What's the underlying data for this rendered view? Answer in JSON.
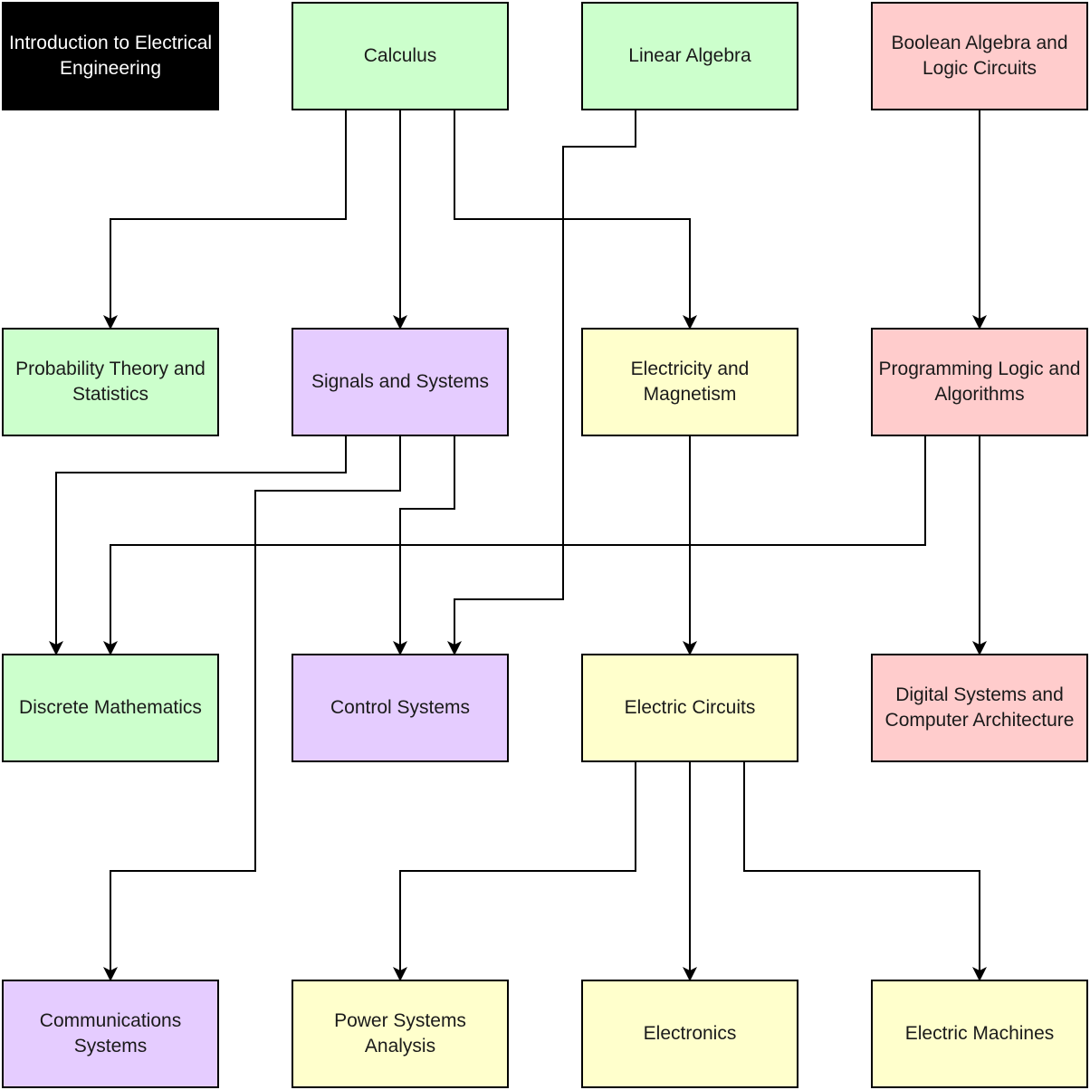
{
  "colors": {
    "green": "#ccffcc",
    "red": "#ffcccc",
    "purple": "#e5ccff",
    "yellow": "#ffffcc",
    "black": "#000000"
  },
  "nodes": {
    "intro": {
      "label": "Introduction to Electrical Engineering",
      "color": "#000000"
    },
    "calculus": {
      "label": "Calculus",
      "color": "#ccffcc"
    },
    "linear_algebra": {
      "label": "Linear Algebra",
      "color": "#ccffcc"
    },
    "boolean_algebra": {
      "label": "Boolean Algebra and Logic Circuits",
      "color": "#ffcccc"
    },
    "probability": {
      "label": "Probability Theory and Statistics",
      "color": "#ccffcc"
    },
    "signals": {
      "label": "Signals and Systems",
      "color": "#e5ccff"
    },
    "electricity": {
      "label": "Electricity and Magnetism",
      "color": "#ffffcc"
    },
    "programming": {
      "label": "Programming Logic and Algorithms",
      "color": "#ffcccc"
    },
    "discrete": {
      "label": "Discrete Mathematics",
      "color": "#ccffcc"
    },
    "control": {
      "label": "Control Systems",
      "color": "#e5ccff"
    },
    "circuits": {
      "label": "Electric Circuits",
      "color": "#ffffcc"
    },
    "digital": {
      "label": "Digital Systems and Computer Architecture",
      "color": "#ffcccc"
    },
    "communications": {
      "label": "Communications Systems",
      "color": "#e5ccff"
    },
    "power": {
      "label": "Power Systems Analysis",
      "color": "#ffffcc"
    },
    "electronics": {
      "label": "Electronics",
      "color": "#ffffcc"
    },
    "machines": {
      "label": "Electric Machines",
      "color": "#ffffcc"
    }
  },
  "edges": [
    {
      "from": "calculus",
      "to": "probability"
    },
    {
      "from": "calculus",
      "to": "signals"
    },
    {
      "from": "calculus",
      "to": "electricity"
    },
    {
      "from": "linear_algebra",
      "to": "control"
    },
    {
      "from": "boolean_algebra",
      "to": "programming"
    },
    {
      "from": "signals",
      "to": "discrete"
    },
    {
      "from": "signals",
      "to": "communications"
    },
    {
      "from": "signals",
      "to": "control"
    },
    {
      "from": "programming",
      "to": "discrete"
    },
    {
      "from": "programming",
      "to": "digital"
    },
    {
      "from": "electricity",
      "to": "circuits"
    },
    {
      "from": "circuits",
      "to": "power"
    },
    {
      "from": "circuits",
      "to": "electronics"
    },
    {
      "from": "circuits",
      "to": "machines"
    }
  ]
}
